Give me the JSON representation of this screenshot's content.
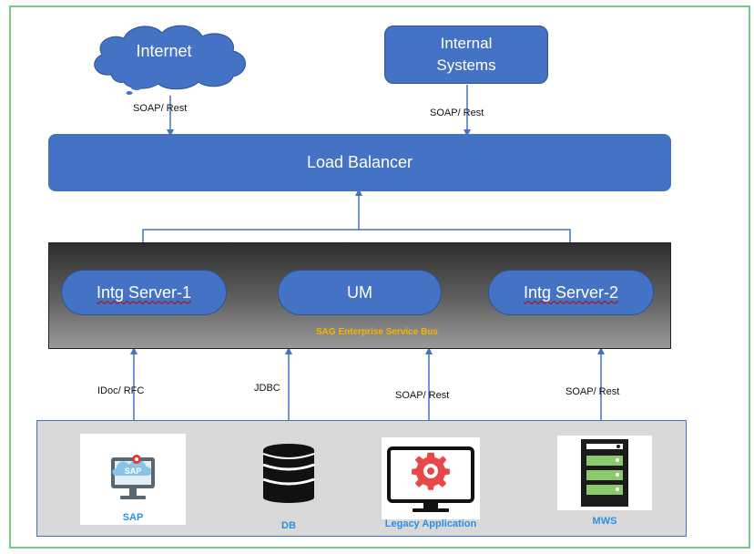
{
  "nodes": {
    "internet": "Internet",
    "internal_line1": "Internal",
    "internal_line2": "Systems",
    "load_balancer": "Load Balancer",
    "server1": "Intg Server-1",
    "um": "UM",
    "server2": "Intg Server-2",
    "esb": "SAG Enterprise Service Bus"
  },
  "protocols": {
    "internet_lb": "SOAP/ Rest",
    "internal_lb": "SOAP/ Rest",
    "sap": "IDoc/ RFC",
    "db": "JDBC",
    "legacy": "SOAP/ Rest",
    "mws": "SOAP/ Rest"
  },
  "systems": {
    "sap_label": "SAP",
    "sap_icon_text": "SAP",
    "db_label": "DB",
    "legacy_label": "Legacy Application",
    "mws_label": "MWS"
  },
  "colors": {
    "node_blue": "#4472c4",
    "esb_label": "#f5b400",
    "system_label": "#2c8fe0",
    "frame": "#7fc48c"
  },
  "icons": [
    "cloud-icon",
    "sap-cloud-monitor-icon",
    "database-icon",
    "gear-monitor-icon",
    "server-rack-icon"
  ]
}
